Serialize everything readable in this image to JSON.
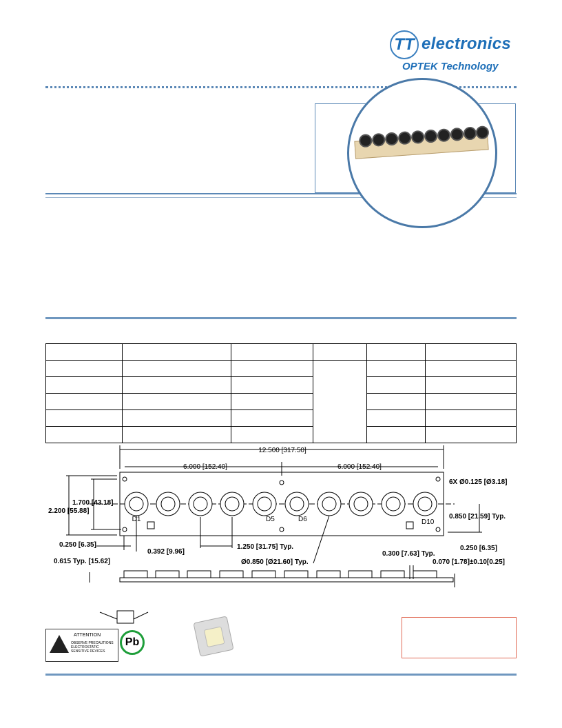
{
  "header": {
    "logo_mark": "TT",
    "logo_word": "electronics",
    "logo_sub": "OPTEK Technology"
  },
  "drawing": {
    "overall_length": "12.500 [317.50]",
    "half_span_left": "6.000 [152.40]",
    "half_span_right": "6.000 [152.40]",
    "mount_holes": "6X Ø0.125 [Ø3.18]",
    "hole_height": "1.700 [43.18]",
    "total_height": "2.200 [55.88]",
    "center_height": "0.850 [21.59] Typ.",
    "edge_left": "0.250 [6.35]",
    "first_led_offset": "0.392 [9.96]",
    "pitch": "1.250 [31.75] Typ.",
    "edge_right": "0.250 [6.35]",
    "led_diameter": "Ø0.850 [Ø21.60] Typ.",
    "side_height": "0.615 Typ. [15.62]",
    "side_gap": "0.300 [7.63] Typ.",
    "board_thickness": "0.070 [1.78]±0.10[0.25]",
    "led_labels": [
      "D1",
      "D5",
      "D6",
      "D10"
    ]
  },
  "esd": {
    "title": "ATTENTION",
    "line1": "OBSERVE PRECAUTIONS",
    "line2": "ELECTROSTATIC",
    "line3": "SENSITIVE DEVICES"
  },
  "pb_label": "Pb"
}
